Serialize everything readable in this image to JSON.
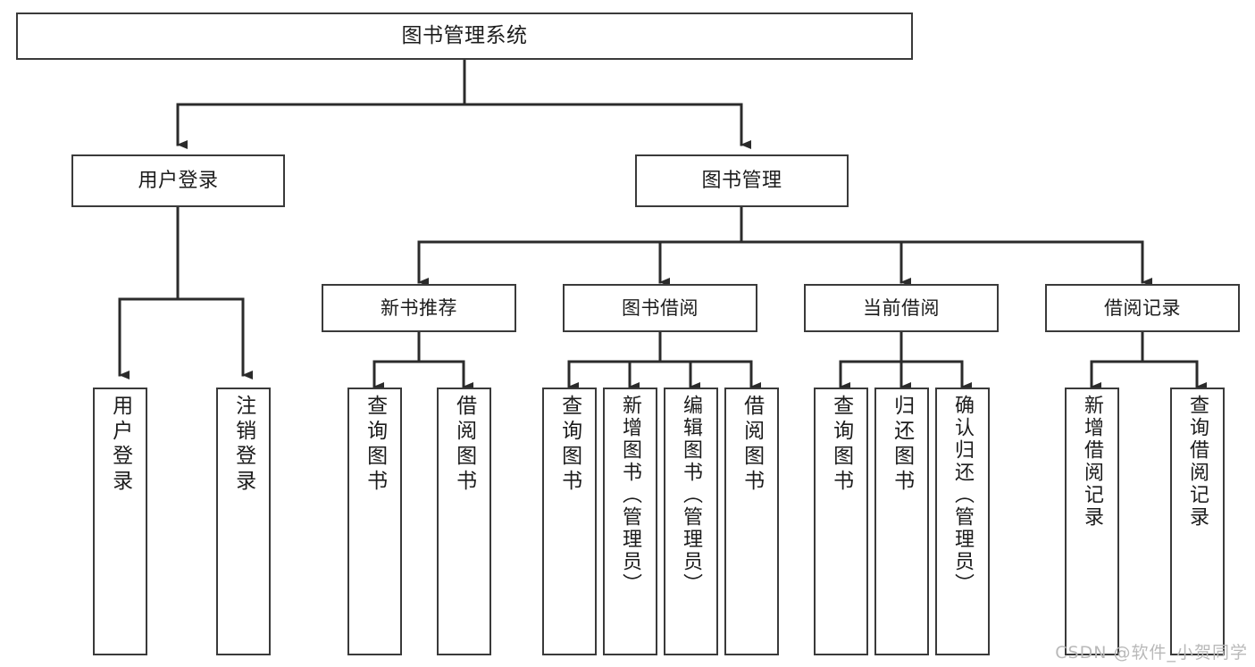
{
  "diagram": {
    "title": "图书管理系统",
    "type": "tree-hierarchy-chart",
    "orientation": "top-down",
    "watermark": "CSDN @软件_小贺同学",
    "colors": {
      "box_border": "#3a3a3a",
      "box_fill": "#ffffff",
      "edge": "#2b2b2b",
      "text": "#1c1c1c",
      "watermark": "#b9b9b9",
      "background": "#ffffff"
    },
    "nodes": {
      "root": {
        "label": "图书管理系统"
      },
      "level2": [
        {
          "id": "user-login",
          "label": "用户登录"
        },
        {
          "id": "book-management",
          "label": "图书管理"
        }
      ],
      "level3": [
        {
          "id": "new-book-recommend",
          "label": "新书推荐"
        },
        {
          "id": "book-borrow",
          "label": "图书借阅"
        },
        {
          "id": "current-borrow",
          "label": "当前借阅"
        },
        {
          "id": "borrow-record",
          "label": "借阅记录"
        }
      ],
      "leaves": {
        "user-login": [
          {
            "id": "leaf-user-login",
            "label": "用户登录"
          },
          {
            "id": "leaf-user-logout",
            "label": "注销登录"
          }
        ],
        "new-book-recommend": [
          {
            "id": "leaf-query-book-1",
            "label": "查询图书"
          },
          {
            "id": "leaf-borrow-book-1",
            "label": "借阅图书"
          }
        ],
        "book-borrow": [
          {
            "id": "leaf-query-book-2",
            "label": "查询图书"
          },
          {
            "id": "leaf-add-book",
            "label": "新增图书（管理员）"
          },
          {
            "id": "leaf-edit-book",
            "label": "编辑图书（管理员）"
          },
          {
            "id": "leaf-borrow-book-2",
            "label": "借阅图书"
          }
        ],
        "current-borrow": [
          {
            "id": "leaf-query-book-3",
            "label": "查询图书"
          },
          {
            "id": "leaf-return-book",
            "label": "归还图书"
          },
          {
            "id": "leaf-confirm-return",
            "label": "确认归还（管理员）"
          }
        ],
        "borrow-record": [
          {
            "id": "leaf-add-record",
            "label": "新增借阅记录"
          },
          {
            "id": "leaf-query-record",
            "label": "查询借阅记录"
          }
        ]
      }
    }
  }
}
